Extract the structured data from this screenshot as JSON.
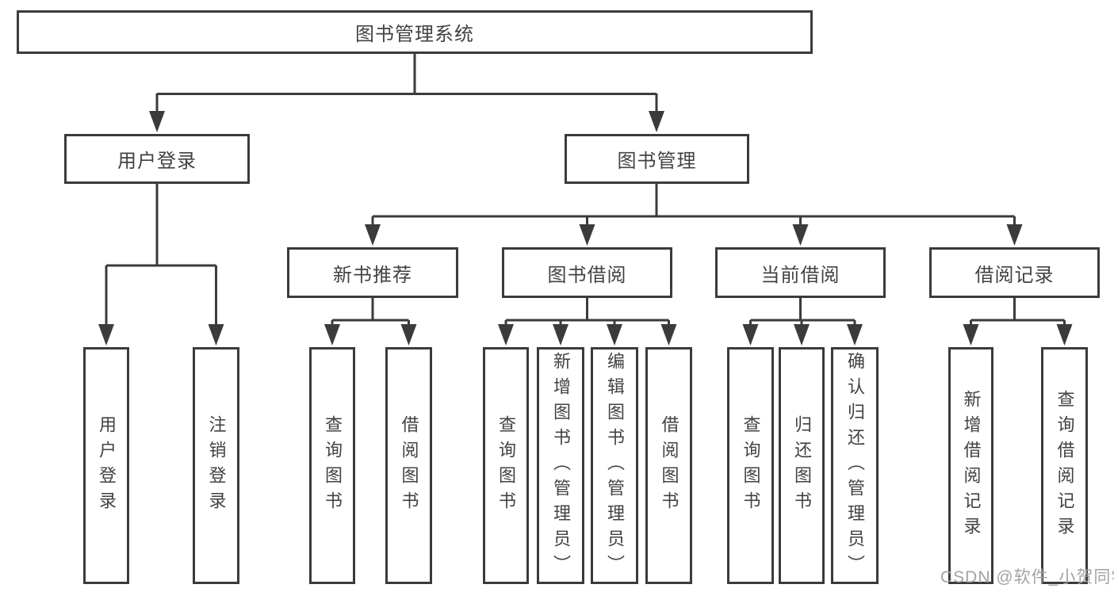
{
  "diagram": {
    "root": {
      "label": "图书管理系统"
    },
    "level2": [
      {
        "label": "用户登录"
      },
      {
        "label": "图书管理"
      }
    ],
    "level3": [
      {
        "label": "新书推荐",
        "parent": "图书管理"
      },
      {
        "label": "图书借阅",
        "parent": "图书管理"
      },
      {
        "label": "当前借阅",
        "parent": "图书管理"
      },
      {
        "label": "借阅记录",
        "parent": "图书管理"
      }
    ],
    "leaves": [
      {
        "label": "用户登录",
        "parent": "用户登录"
      },
      {
        "label": "注销登录",
        "parent": "用户登录"
      },
      {
        "label": "查询图书",
        "parent": "新书推荐"
      },
      {
        "label": "借阅图书",
        "parent": "新书推荐"
      },
      {
        "label": "查询图书",
        "parent": "图书借阅"
      },
      {
        "label": "新增图书（管理员）",
        "parent": "图书借阅"
      },
      {
        "label": "编辑图书（管理员）",
        "parent": "图书借阅"
      },
      {
        "label": "借阅图书",
        "parent": "图书借阅"
      },
      {
        "label": "查询图书",
        "parent": "当前借阅"
      },
      {
        "label": "归还图书",
        "parent": "当前借阅"
      },
      {
        "label": "确认归还（管理员）",
        "parent": "当前借阅"
      },
      {
        "label": "新增借阅记录",
        "parent": "借阅记录"
      },
      {
        "label": "查询借阅记录",
        "parent": "借阅记录"
      }
    ]
  },
  "watermark": {
    "text": "CSDN @软件_小贺同学"
  },
  "colors": {
    "line": "#3b3b3b",
    "text": "#424242",
    "watermark": "#9e9e9e",
    "background": "#ffffff"
  }
}
